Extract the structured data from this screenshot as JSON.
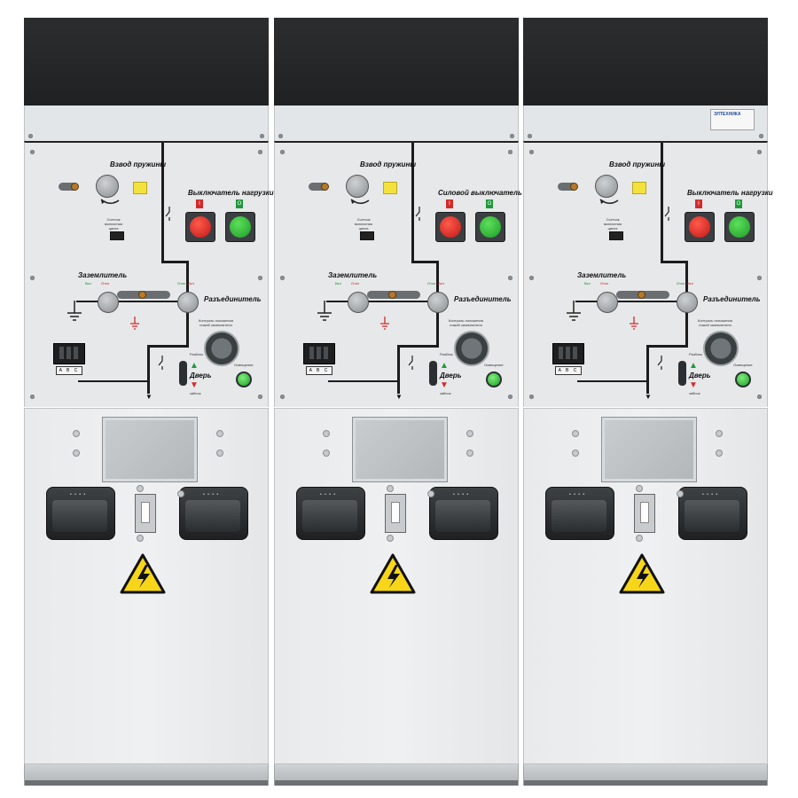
{
  "units": [
    {
      "name": "unit-1",
      "spring_label": "Взвод пружины",
      "switch_label": "Выключатель нагрузки",
      "earth_label": "Заземлитель",
      "disconnector_label": "Разъединитель",
      "door_label": "Дверь",
      "on_label": "Вкл",
      "off_label": "Откл",
      "counter_label": "Счетчик\nвключения\nцикла",
      "knife_label": "Контроль положения\nножей заземлителя",
      "light_label": "Освещение",
      "door_unlock_label": "Разблок",
      "door_lock_label": "заблок",
      "red_tag": "I",
      "green_tag": "O",
      "abc": "A B C",
      "has_sticker": false
    },
    {
      "name": "unit-2",
      "spring_label": "Взвод пружины",
      "switch_label": "Силовой выключатель",
      "earth_label": "Заземлитель",
      "disconnector_label": "Разъединитель",
      "door_label": "Дверь",
      "on_label": "Вкл",
      "off_label": "Откл",
      "counter_label": "Счетчик\nвключения\nцикла",
      "knife_label": "Контроль положения\nножей заземлителя",
      "light_label": "Освещение",
      "door_unlock_label": "Разблок",
      "door_lock_label": "заблок",
      "red_tag": "I",
      "green_tag": "O",
      "abc": "A B C",
      "has_sticker": false
    },
    {
      "name": "unit-3",
      "spring_label": "Взвод пружины",
      "switch_label": "Выключатель нагрузки",
      "earth_label": "Заземлитель",
      "disconnector_label": "Разъединитель",
      "door_label": "Дверь",
      "on_label": "Вкл",
      "off_label": "Откл",
      "counter_label": "Счетчик\nвключения\nцикла",
      "knife_label": "Контроль положения\nножей заземлителя",
      "light_label": "Освещение",
      "door_unlock_label": "Разблок",
      "door_lock_label": "заблок",
      "red_tag": "I",
      "green_tag": "O",
      "abc": "A B C",
      "has_sticker": true,
      "sticker_brand": "ЭЛТЕХНИКА"
    }
  ],
  "colors": {
    "roof": "#1f2123",
    "panel": "#e6e8ea",
    "warning_yellow": "#f7d619",
    "red_button": "#c0181a",
    "green_button": "#1e9a28"
  },
  "icons": {
    "warning": "high-voltage-warning-icon",
    "ground": "ground-symbol-icon"
  }
}
